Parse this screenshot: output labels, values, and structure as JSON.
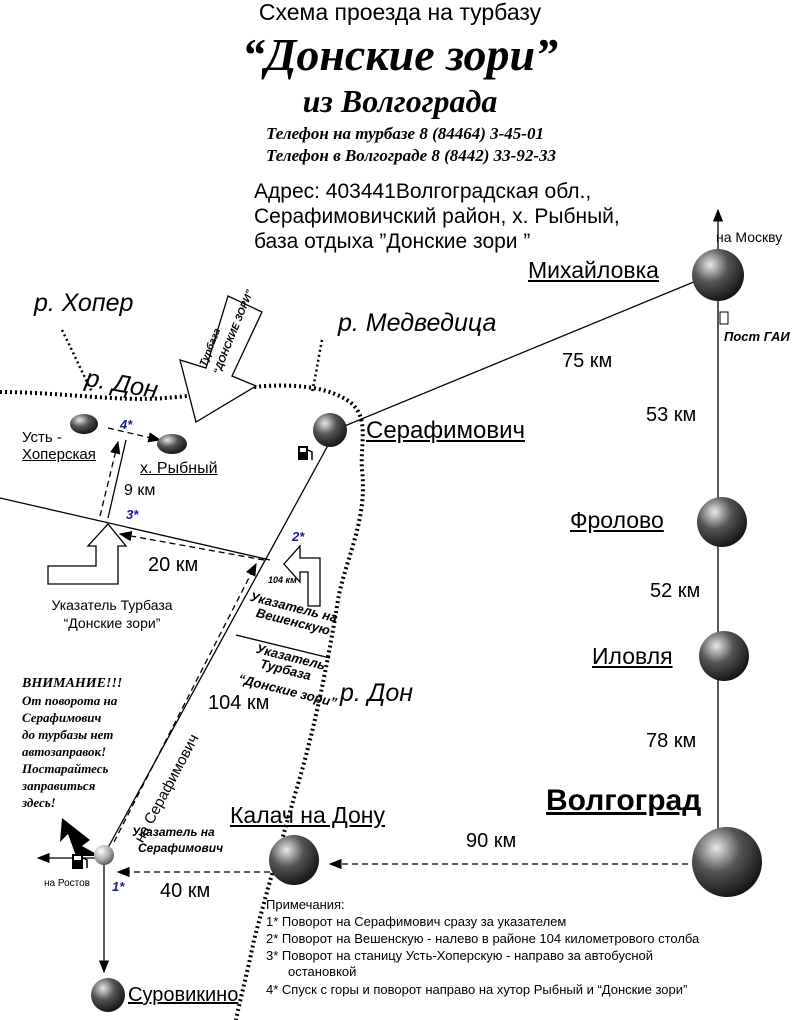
{
  "header": {
    "line1": "Схема проезда на турбазу",
    "title": "“Донские зори”",
    "subtitle": "из Волгограда",
    "phone_base": "Телефон на турбазе     8 (84464) 3-45-01",
    "phone_city": "Телефон в Волгограде 8 (8442) 33-92-33"
  },
  "address": {
    "line1": "Адрес: 403441Волгоградская обл.,",
    "line2": "Серафимовичский район, х. Рыбный,",
    "line3": "база отдыха ”Донские зори ”"
  },
  "cities": {
    "mikhailovka": "Михайловка",
    "serafimovich": "Серафимович",
    "frolovo": "Фролово",
    "ilovlya": "Иловля",
    "volgograd": "Волгоград",
    "kalach": "Калач на Дону",
    "surovikino": "Суровикино",
    "ust_khoperskaya_1": "Усть -",
    "ust_khoperskaya_2": "Хоперская",
    "rybny": "х. Рыбный"
  },
  "rivers": {
    "khoper": "р. Хопер",
    "don_north": "р. Дон",
    "medveditsa": "р. Медведица",
    "don_south": "р. Дон"
  },
  "distances": {
    "d75": "75 км",
    "d53": "53 км",
    "d52": "52 км",
    "d78": "78 км",
    "d90": "90 км",
    "d40": "40 км",
    "d20": "20 км",
    "d104": "104 км",
    "d9": "9 км",
    "km104_small": "104 км"
  },
  "labels": {
    "to_moscow": "на Москву",
    "post_gai": "Пост ГАИ",
    "to_rostov": "на Ростов",
    "to_serafimovich_road": "на Серафимович",
    "arrow_tb_1": "Турбаза",
    "arrow_tb_2": "“ДОНСКИЕ ЗОРИ”",
    "sign_turbaza_1": "Указатель Турбаза",
    "sign_turbaza_2": "“Донские зори”",
    "sign_veshenskaya_1": "Указатель на",
    "sign_veshenskaya_2": "Вешенскую",
    "sign_tb2_1": "Указатель",
    "sign_tb2_2": "Турбаза",
    "sign_tb2_3": "“Донские зори”",
    "sign_seraf_1": "Указатель на",
    "sign_seraf_2": "Серафимович"
  },
  "markers": {
    "m1": "1*",
    "m2": "2*",
    "m3": "3*",
    "m4": "4*"
  },
  "warning": {
    "line1": "ВНИМАНИЕ!!!",
    "line2": "От поворота на",
    "line3": "Серафимович",
    "line4": "до турбазы нет",
    "line5": "автозаправок!",
    "line6": "Постарайтесь",
    "line7": "заправиться",
    "line8": "здесь!"
  },
  "notes": {
    "title": "Примечания:",
    "n1": "1* Поворот на Серафимович сразу за указателем",
    "n2": "2* Поворот на Вешенскую - налево в районе 104 километрового столба",
    "n3a": "3* Поворот на станицу Усть-Хоперскую - направо за автобусной",
    "n3b": "остановкой",
    "n4": "4* Спуск с горы и поворот направо на хутор Рыбный и “Донские зори”"
  }
}
